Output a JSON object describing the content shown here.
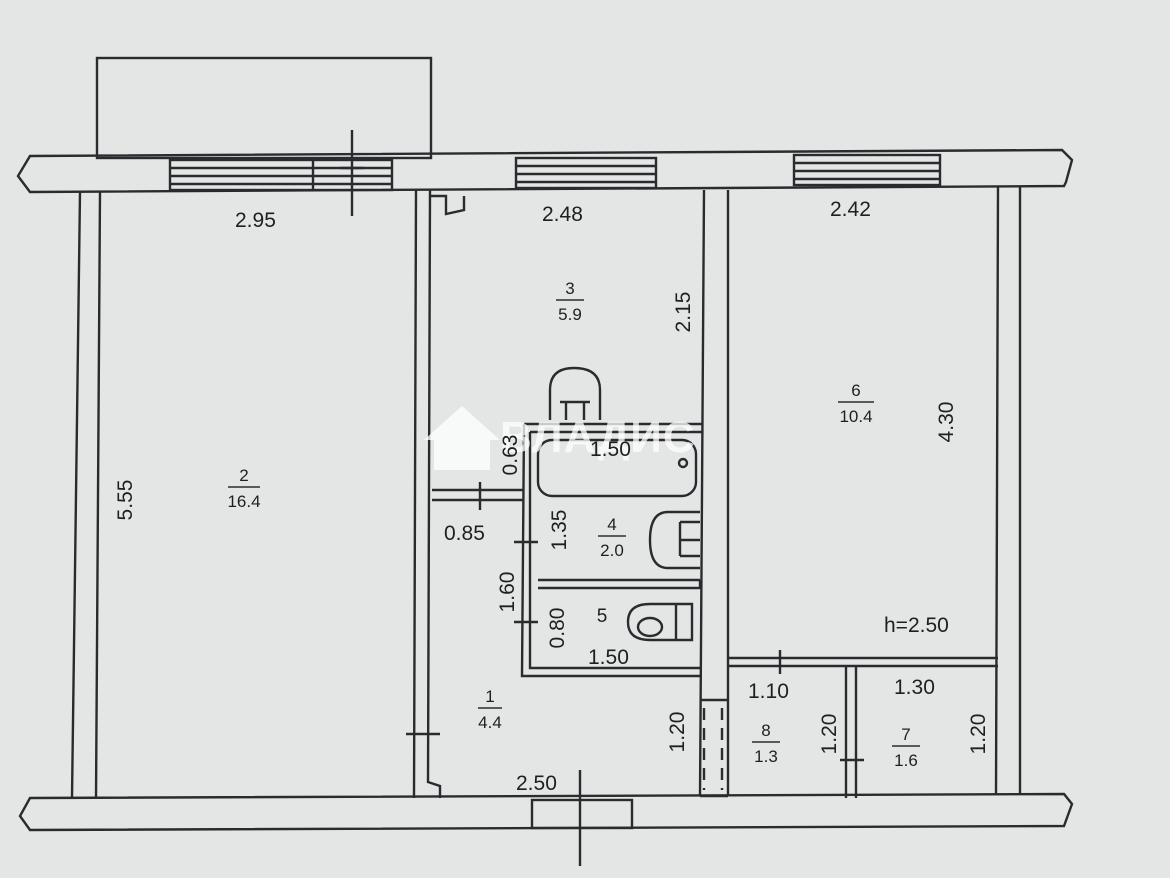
{
  "plan": {
    "height_label": "h=2.50",
    "dimensions": {
      "room2_width": "2.95",
      "room2_length": "5.55",
      "room3_width": "2.48",
      "room3_depth": "2.15",
      "room6_width": "2.42",
      "room6_length": "4.30",
      "bath_offset": "0.63",
      "bath_length": "1.50",
      "bath_width": "1.35",
      "niche_width": "0.85",
      "hall_side": "1.60",
      "wc_width": "0.80",
      "wc_length": "1.50",
      "hall_width": "2.50",
      "door_width": "1.20",
      "closet8_width": "1.10",
      "closet8_depth": "1.20",
      "closet7_width": "1.30",
      "closet7_depth": "1.20"
    },
    "rooms": [
      {
        "number": "1",
        "area": "4.4"
      },
      {
        "number": "2",
        "area": "16.4"
      },
      {
        "number": "3",
        "area": "5.9"
      },
      {
        "number": "4",
        "area": "2.0"
      },
      {
        "number": "5",
        "area": ""
      },
      {
        "number": "6",
        "area": "10.4"
      },
      {
        "number": "7",
        "area": "1.6"
      },
      {
        "number": "8",
        "area": "1.3"
      }
    ],
    "watermark": {
      "text": "ВЛАДИС",
      "icon": "house-icon"
    },
    "colors": {
      "line": "#2a2b2f",
      "paper": "#e4e6e5",
      "watermark": "#ffffff"
    }
  }
}
